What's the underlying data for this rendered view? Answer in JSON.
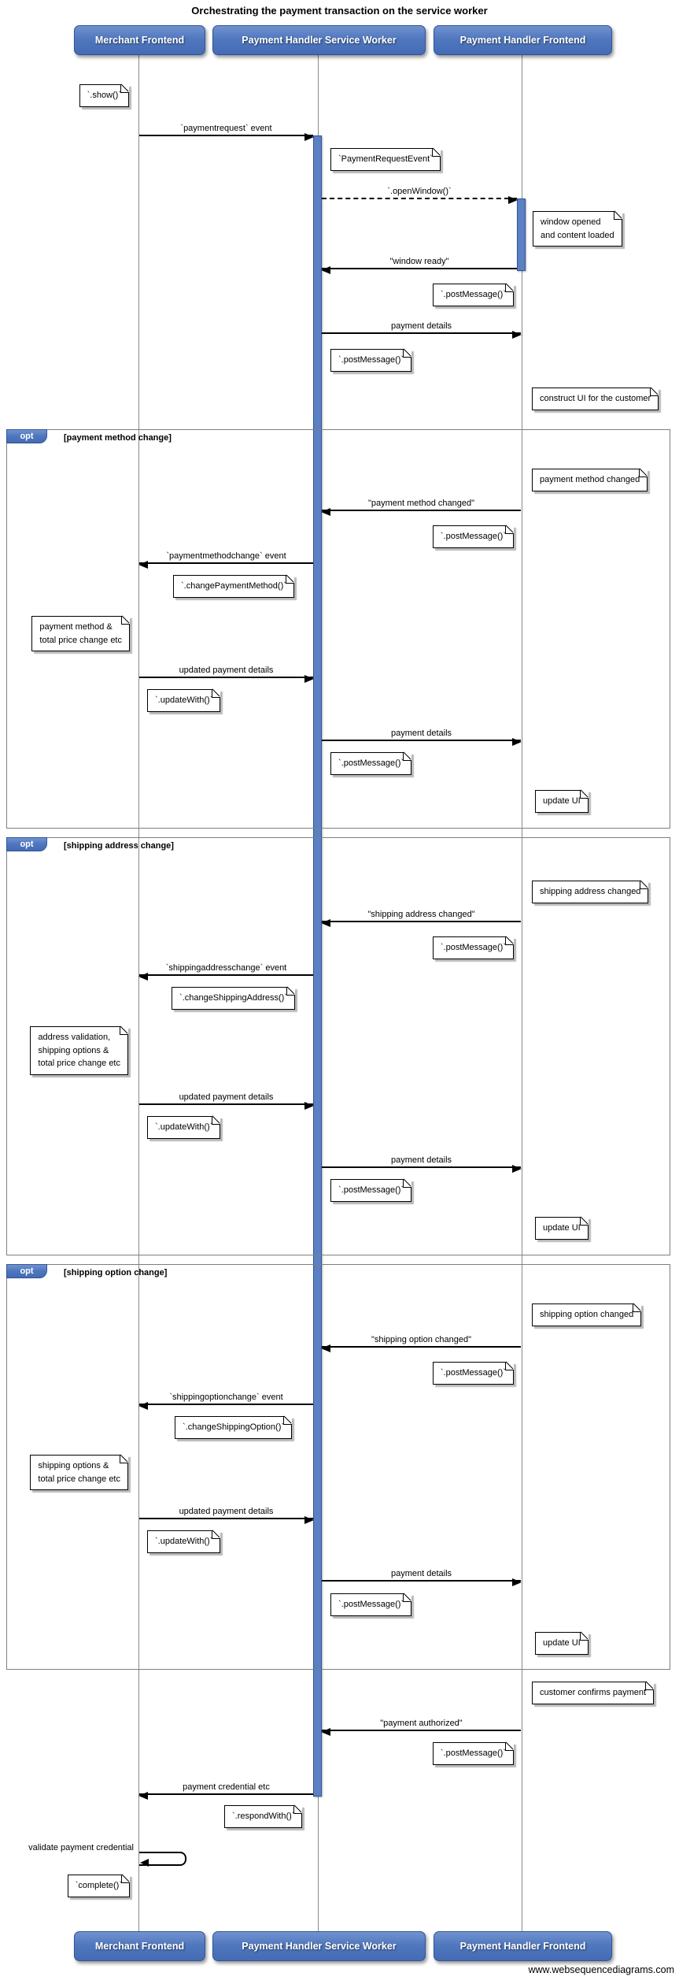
{
  "title": "Orchestrating the payment transaction on the service worker",
  "footer": "www.websequencediagrams.com",
  "participants": [
    {
      "label": "Merchant Frontend"
    },
    {
      "label": "Payment Handler Service Worker"
    },
    {
      "label": "Payment Handler Frontend"
    }
  ],
  "opt_blocks": [
    {
      "keyword": "opt",
      "condition": "[payment method change]"
    },
    {
      "keyword": "opt",
      "condition": "[shipping address change]"
    },
    {
      "keyword": "opt",
      "condition": "[shipping option change]"
    }
  ],
  "messages": [
    {
      "label": "`paymentrequest` event",
      "from": "Merchant Frontend",
      "to": "Payment Handler Service Worker",
      "style": "solid"
    },
    {
      "label": "`.openWindow()`",
      "from": "Payment Handler Service Worker",
      "to": "Payment Handler Frontend",
      "style": "dashed"
    },
    {
      "label": "\"window ready\"",
      "from": "Payment Handler Frontend",
      "to": "Payment Handler Service Worker",
      "style": "solid"
    },
    {
      "label": "payment details",
      "from": "Payment Handler Service Worker",
      "to": "Payment Handler Frontend",
      "style": "solid"
    },
    {
      "label": "\"payment method changed\"",
      "from": "Payment Handler Frontend",
      "to": "Payment Handler Service Worker",
      "style": "solid"
    },
    {
      "label": "`paymentmethodchange` event",
      "from": "Payment Handler Service Worker",
      "to": "Merchant Frontend",
      "style": "solid"
    },
    {
      "label": "updated payment details",
      "from": "Merchant Frontend",
      "to": "Payment Handler Service Worker",
      "style": "solid"
    },
    {
      "label": "payment details",
      "from": "Payment Handler Service Worker",
      "to": "Payment Handler Frontend",
      "style": "solid"
    },
    {
      "label": "\"shipping address changed\"",
      "from": "Payment Handler Frontend",
      "to": "Payment Handler Service Worker",
      "style": "solid"
    },
    {
      "label": "`shippingaddresschange` event",
      "from": "Payment Handler Service Worker",
      "to": "Merchant Frontend",
      "style": "solid"
    },
    {
      "label": "updated payment details",
      "from": "Merchant Frontend",
      "to": "Payment Handler Service Worker",
      "style": "solid"
    },
    {
      "label": "payment details",
      "from": "Payment Handler Service Worker",
      "to": "Payment Handler Frontend",
      "style": "solid"
    },
    {
      "label": "\"shipping option changed\"",
      "from": "Payment Handler Frontend",
      "to": "Payment Handler Service Worker",
      "style": "solid"
    },
    {
      "label": "`shippingoptionchange` event",
      "from": "Payment Handler Service Worker",
      "to": "Merchant Frontend",
      "style": "solid"
    },
    {
      "label": "updated payment details",
      "from": "Merchant Frontend",
      "to": "Payment Handler Service Worker",
      "style": "solid"
    },
    {
      "label": "payment details",
      "from": "Payment Handler Service Worker",
      "to": "Payment Handler Frontend",
      "style": "solid"
    },
    {
      "label": "\"payment authorized\"",
      "from": "Payment Handler Frontend",
      "to": "Payment Handler Service Worker",
      "style": "solid"
    },
    {
      "label": "payment credential etc",
      "from": "Payment Handler Service Worker",
      "to": "Merchant Frontend",
      "style": "solid"
    }
  ],
  "self_message": {
    "label": "validate payment credential",
    "on": "Merchant Frontend"
  },
  "notes": [
    {
      "text": "`.show()`"
    },
    {
      "text": "`PaymentRequestEvent`"
    },
    {
      "text": "window opened\nand content loaded"
    },
    {
      "text": "`.postMessage()`"
    },
    {
      "text": "`.postMessage()`"
    },
    {
      "text": "construct UI for the customer"
    },
    {
      "text": "payment method changed"
    },
    {
      "text": "`.postMessage()`"
    },
    {
      "text": "`.changePaymentMethod()`"
    },
    {
      "text": "payment method &\ntotal price change etc"
    },
    {
      "text": "`.updateWith()`"
    },
    {
      "text": "`.postMessage()`"
    },
    {
      "text": "update UI"
    },
    {
      "text": "shipping address changed"
    },
    {
      "text": "`.postMessage()`"
    },
    {
      "text": "`.changeShippingAddress()`"
    },
    {
      "text": "address validation,\nshipping options &\ntotal price change etc"
    },
    {
      "text": "`.updateWith()`"
    },
    {
      "text": "`.postMessage()`"
    },
    {
      "text": "update UI"
    },
    {
      "text": "shipping option changed"
    },
    {
      "text": "`.postMessage()`"
    },
    {
      "text": "`.changeShippingOption()`"
    },
    {
      "text": "shipping options &\ntotal price change etc"
    },
    {
      "text": "`.updateWith()`"
    },
    {
      "text": "`.postMessage()`"
    },
    {
      "text": "update UI"
    },
    {
      "text": "customer confirms payment"
    },
    {
      "text": "`.postMessage()`"
    },
    {
      "text": "`.respondWith()`"
    },
    {
      "text": "`complete()`"
    }
  ]
}
